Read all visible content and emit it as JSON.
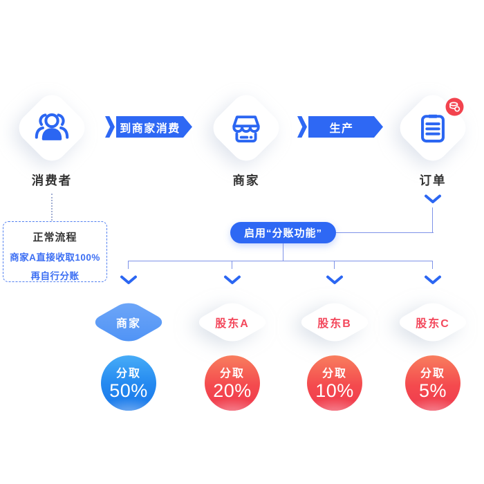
{
  "colors": {
    "primary_blue": "#2B66F2",
    "banner_blue": "#2E68F4",
    "line_blue": "#7D92E8",
    "badge_red": "#F2434E",
    "shareholder_red": "#F3485C",
    "merchant_diamond_blue": "#5F9CF7",
    "blue_circle": "#2489F0",
    "red_circle": "#F44A4E"
  },
  "top_flow": {
    "nodes": [
      {
        "label": "消费者",
        "icon": "users-icon"
      },
      {
        "label": "商家",
        "icon": "storefront-icon"
      },
      {
        "label": "订单",
        "icon": "clipboard-icon",
        "badge": "coins-badge-icon"
      }
    ],
    "arrows": [
      {
        "label": "到商家消费"
      },
      {
        "label": "生产"
      }
    ]
  },
  "normal_flow_note": {
    "title": "正常流程",
    "line1": "商家A直接收取100%",
    "line2": "再自行分账"
  },
  "split_pill": {
    "label": "启用“分账功能”"
  },
  "branches": [
    {
      "name": "商家",
      "share_label": "分取",
      "share_percent": "50%",
      "style": "blue"
    },
    {
      "name": "股东A",
      "share_label": "分取",
      "share_percent": "20%",
      "style": "red"
    },
    {
      "name": "股东B",
      "share_label": "分取",
      "share_percent": "10%",
      "style": "red"
    },
    {
      "name": "股东C",
      "share_label": "分取",
      "share_percent": "5%",
      "style": "red"
    }
  ]
}
